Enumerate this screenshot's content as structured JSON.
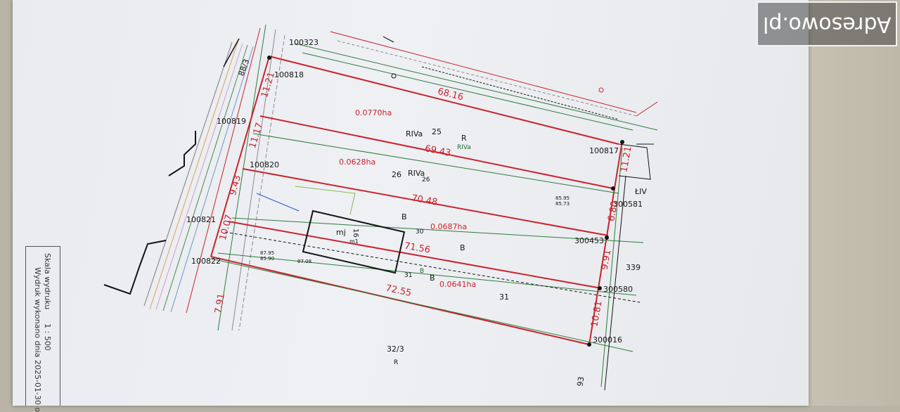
{
  "watermark": {
    "text": "Adresowo.pl"
  },
  "footer": {
    "scale_label": "Skala wydruku",
    "scale_value": "1 : 500",
    "printed_label": "Wydruk wykonano dnia 2025-01-30 o"
  },
  "parcel_ids": {
    "p100323": "100323",
    "p100818": "100818",
    "p100819": "100819",
    "p100820": "100820",
    "p100821": "100821",
    "p100822": "100822",
    "p100817": "100817",
    "p300581": "300581",
    "p300453": "300453",
    "p300580": "300580",
    "p300016": "300016"
  },
  "dimensions": {
    "d6816": "68.16",
    "d6943": "69.43",
    "d7048": "70.48",
    "d7156": "71.56",
    "d7255": "72.55",
    "d1121a": "11.21",
    "d1117": "11.17",
    "d1121b": "11.21",
    "d680": "6.80",
    "d991": "9.91",
    "d1081": "10.81",
    "d1007": "10.07",
    "d943": "9.43",
    "d791": "7.91"
  },
  "areas": {
    "a0770": "0.0770ha",
    "a0628": "0.0628ha",
    "a0687": "0.0687ha",
    "a0641": "0.0641ha"
  },
  "plot_numbers": {
    "n25": "25",
    "n26a": "26",
    "n26b": "26",
    "n30": "30",
    "n31a": "31",
    "n31b": "31",
    "n339": "339",
    "n323": "32/3",
    "n883": "88/3",
    "n93": "93"
  },
  "land_use": {
    "riva1": "RIVa",
    "riva2": "RIVa",
    "riva3": "RIVa",
    "r1": "R",
    "r2": "R",
    "b1": "B",
    "b2": "B",
    "b3": "B",
    "b4": "B",
    "liv": "ŁIV"
  },
  "building": {
    "label": "mj",
    "number": "16",
    "sub": "m1"
  },
  "elevations": {
    "e8708": "87.08",
    "e8590": "85.90",
    "e8795": "87.95",
    "e8595": "85.95",
    "e8573": "85.73"
  },
  "colors": {
    "parcel_red": "#c8242c",
    "grid_green": "#2d7d3a",
    "green_text": "#1f6b2c",
    "black": "#141414",
    "gray_line": "#8a8a8a"
  }
}
